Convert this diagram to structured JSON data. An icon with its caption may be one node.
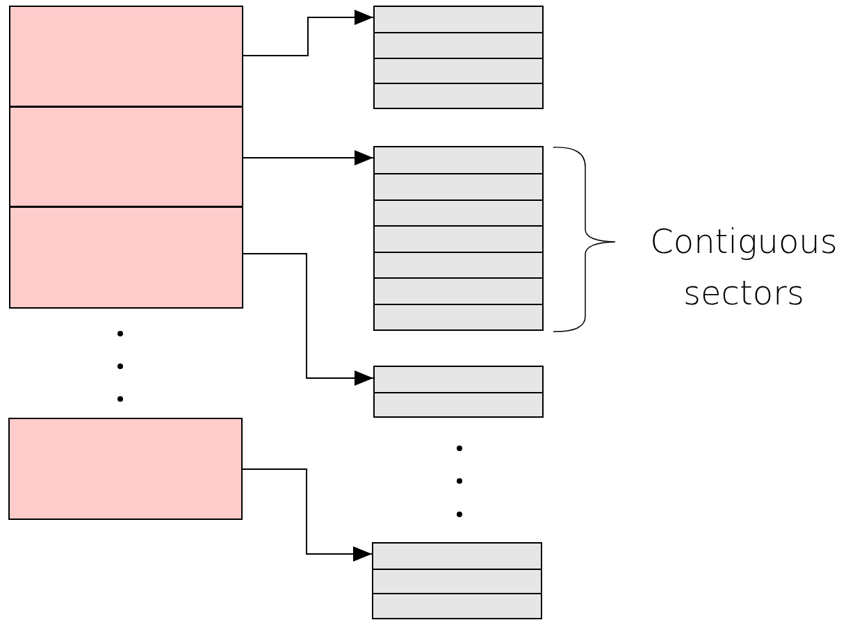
{
  "diagram": {
    "nodes": [
      {
        "text": [],
        "shape": "box"
      },
      {
        "text": [],
        "shape": "box"
      },
      {
        "text": [],
        "shape": "box"
      },
      {
        "text": [],
        "shape": "box"
      },
      {
        "text": [],
        "shape": "box"
      },
      {
        "text": [],
        "shape": "box"
      },
      {
        "text": [],
        "shape": "box"
      },
      {
        "text": [],
        "shape": "box"
      }
    ],
    "edges": [
      {
        "from": 0,
        "to": 4,
        "arrow": "to"
      },
      {
        "from": 1,
        "to": 5,
        "arrow": "to"
      },
      {
        "from": 2,
        "to": 6,
        "arrow": "to"
      },
      {
        "from": 3,
        "to": 7,
        "arrow": "to"
      }
    ],
    "labels": [
      "Contiguous sectors"
    ]
  }
}
